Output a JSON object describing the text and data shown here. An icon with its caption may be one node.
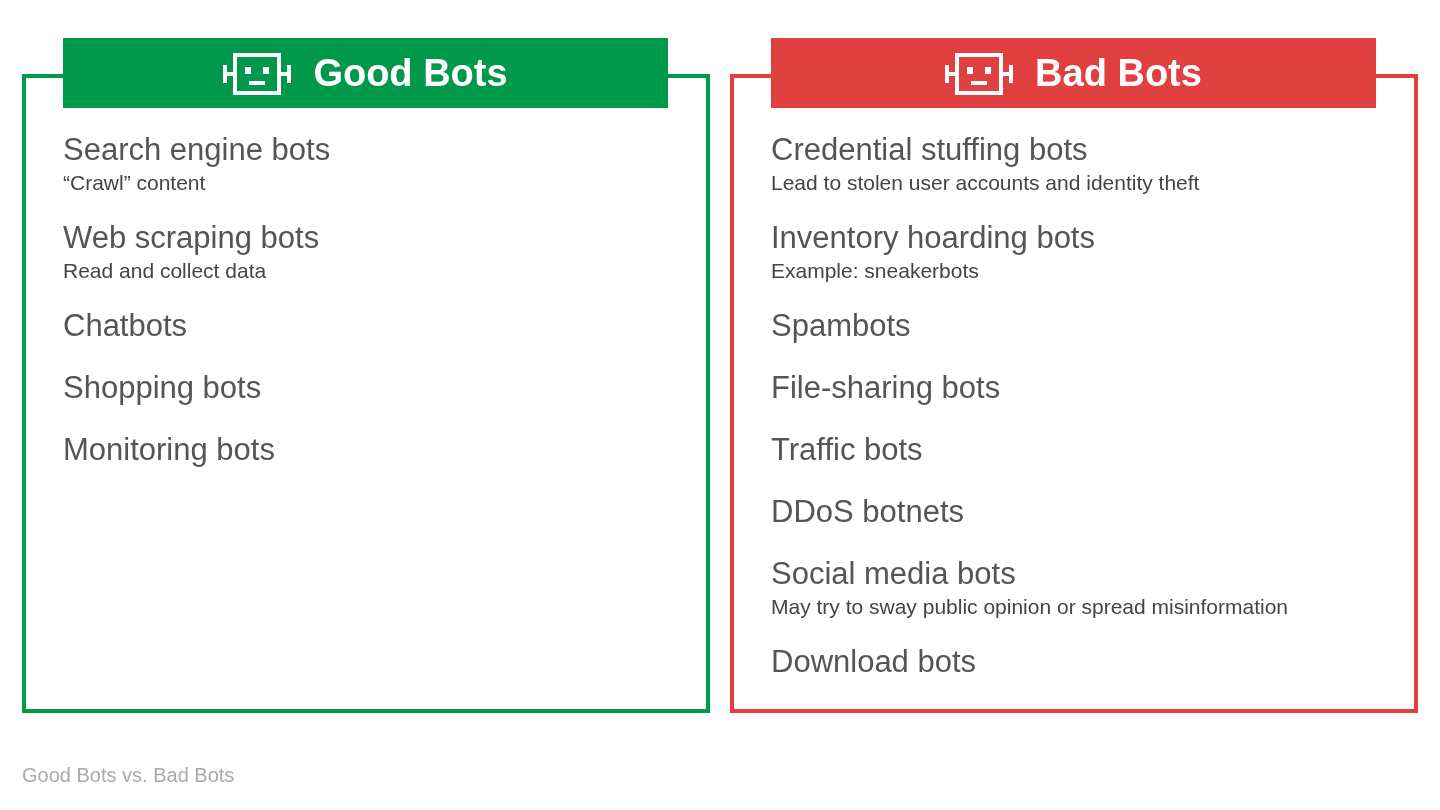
{
  "diagram": {
    "caption": "Good Bots vs. Bad Bots",
    "nodes": [
      {
        "text": [
          "Good Bots",
          "Search engine bots",
          "“Crawl” content",
          "Web scraping bots",
          "Read and collect data",
          "Chatbots",
          "Shopping bots",
          "Monitoring bots"
        ]
      },
      {
        "text": [
          "Bad Bots",
          "Credential stuffing bots",
          "Lead to stolen user accounts and identity theft",
          "Inventory hoarding bots",
          "Example: sneakerbots",
          "Spambots",
          "File-sharing bots",
          "Traffic bots",
          "DDoS botnets",
          "Social media bots",
          "May try to sway public opinion or spread misinformation",
          "Download bots"
        ]
      }
    ]
  }
}
